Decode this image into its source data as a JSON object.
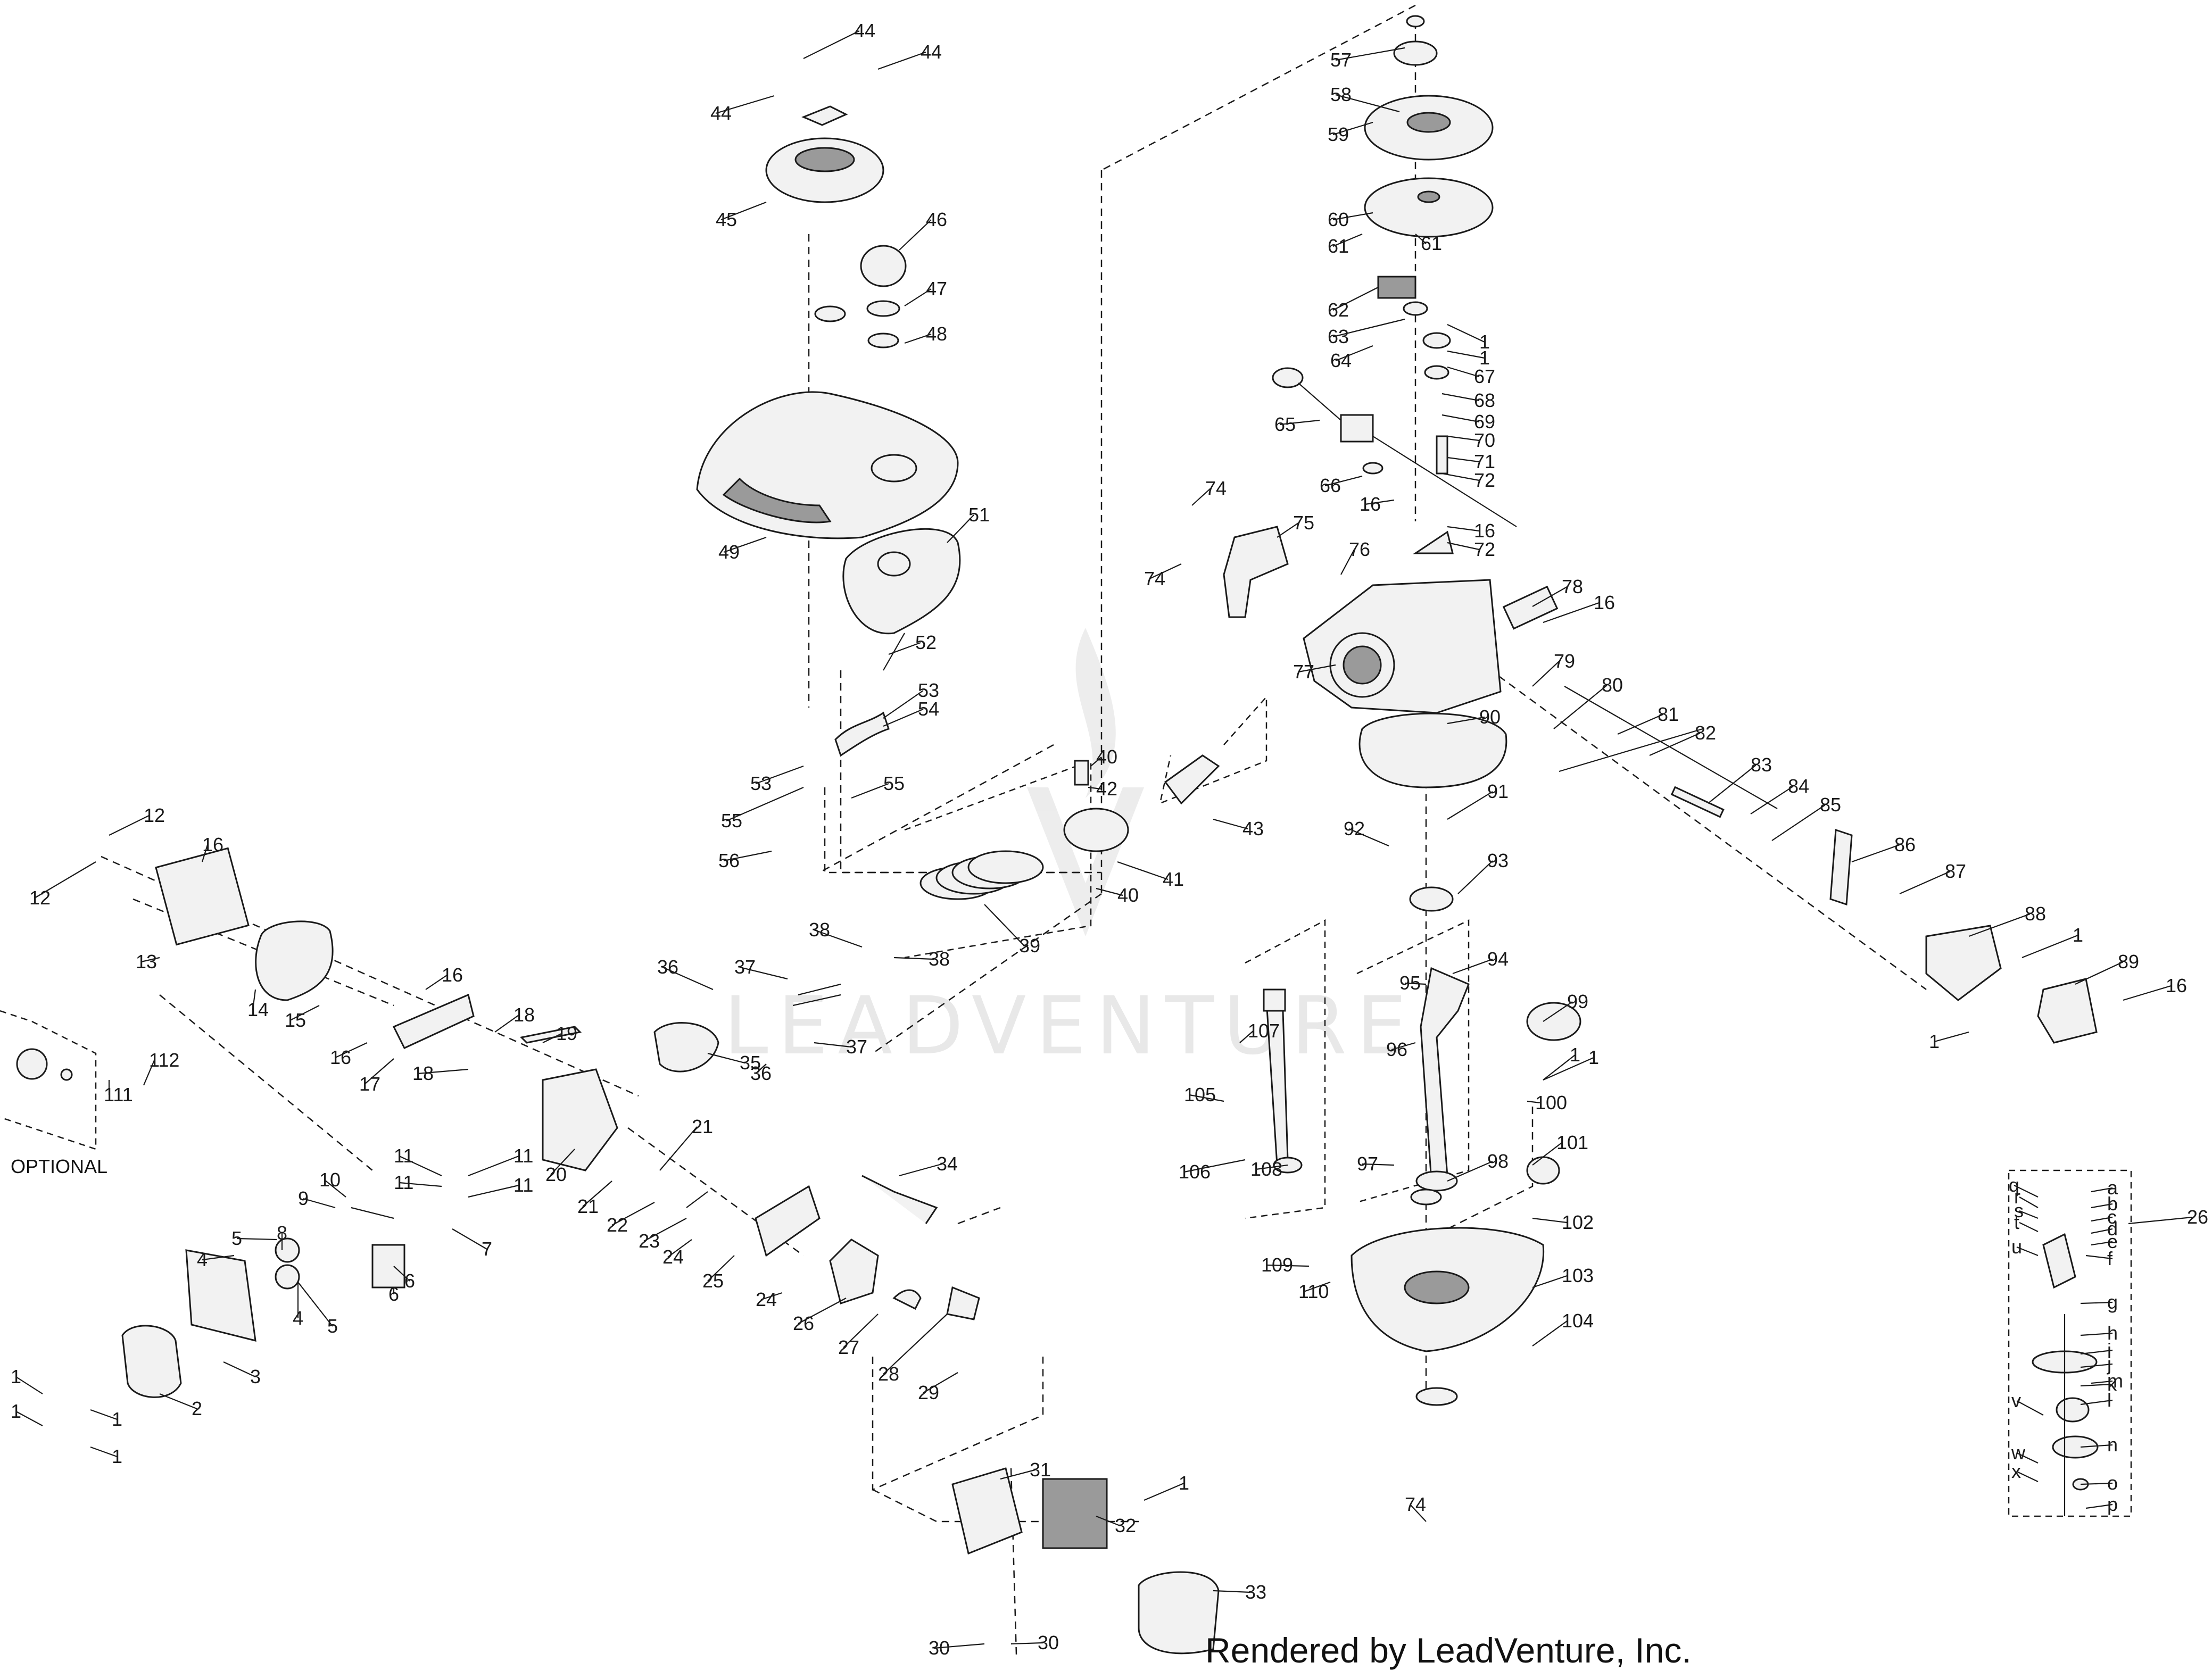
{
  "diagram": {
    "watermark_text": "LEADVENTURE",
    "credit": "Rendered by LeadVenture, Inc.",
    "optional_label": "OPTIONAL",
    "callouts": [
      {
        "text": "44"
      },
      {
        "text": "44"
      },
      {
        "text": "44"
      },
      {
        "text": "45"
      },
      {
        "text": "46"
      },
      {
        "text": "47"
      },
      {
        "text": "48"
      },
      {
        "text": "49"
      },
      {
        "text": "51"
      },
      {
        "text": "52"
      },
      {
        "text": "53"
      },
      {
        "text": "54"
      },
      {
        "text": "53"
      },
      {
        "text": "55"
      },
      {
        "text": "55"
      },
      {
        "text": "56"
      },
      {
        "text": "57"
      },
      {
        "text": "58"
      },
      {
        "text": "59"
      },
      {
        "text": "60"
      },
      {
        "text": "61"
      },
      {
        "text": "61"
      },
      {
        "text": "62"
      },
      {
        "text": "63"
      },
      {
        "text": "1"
      },
      {
        "text": "1"
      },
      {
        "text": "64"
      },
      {
        "text": "67"
      },
      {
        "text": "68"
      },
      {
        "text": "69"
      },
      {
        "text": "65"
      },
      {
        "text": "70"
      },
      {
        "text": "71"
      },
      {
        "text": "72"
      },
      {
        "text": "66"
      },
      {
        "text": "16"
      },
      {
        "text": "16"
      },
      {
        "text": "72"
      },
      {
        "text": "74"
      },
      {
        "text": "75"
      },
      {
        "text": "76"
      },
      {
        "text": "74"
      },
      {
        "text": "78"
      },
      {
        "text": "16"
      },
      {
        "text": "77"
      },
      {
        "text": "79"
      },
      {
        "text": "80"
      },
      {
        "text": "90"
      },
      {
        "text": "81"
      },
      {
        "text": "82"
      },
      {
        "text": "83"
      },
      {
        "text": "84"
      },
      {
        "text": "85"
      },
      {
        "text": "86"
      },
      {
        "text": "87"
      },
      {
        "text": "88"
      },
      {
        "text": "1"
      },
      {
        "text": "89"
      },
      {
        "text": "16"
      },
      {
        "text": "1"
      },
      {
        "text": "40"
      },
      {
        "text": "42"
      },
      {
        "text": "43"
      },
      {
        "text": "41"
      },
      {
        "text": "40"
      },
      {
        "text": "39"
      },
      {
        "text": "38"
      },
      {
        "text": "38"
      },
      {
        "text": "37"
      },
      {
        "text": "37"
      },
      {
        "text": "36"
      },
      {
        "text": "36"
      },
      {
        "text": "35"
      },
      {
        "text": "91"
      },
      {
        "text": "92"
      },
      {
        "text": "93"
      },
      {
        "text": "94"
      },
      {
        "text": "95"
      },
      {
        "text": "99"
      },
      {
        "text": "96"
      },
      {
        "text": "1"
      },
      {
        "text": "1"
      },
      {
        "text": "100"
      },
      {
        "text": "97"
      },
      {
        "text": "101"
      },
      {
        "text": "98"
      },
      {
        "text": "107"
      },
      {
        "text": "105"
      },
      {
        "text": "106"
      },
      {
        "text": "108"
      },
      {
        "text": "102"
      },
      {
        "text": "103"
      },
      {
        "text": "104"
      },
      {
        "text": "109"
      },
      {
        "text": "110"
      },
      {
        "text": "74"
      },
      {
        "text": "12"
      },
      {
        "text": "16"
      },
      {
        "text": "12"
      },
      {
        "text": "13"
      },
      {
        "text": "14"
      },
      {
        "text": "16"
      },
      {
        "text": "15"
      },
      {
        "text": "16"
      },
      {
        "text": "17"
      },
      {
        "text": "18"
      },
      {
        "text": "19"
      },
      {
        "text": "18"
      },
      {
        "text": "111"
      },
      {
        "text": "112"
      },
      {
        "text": "11"
      },
      {
        "text": "11"
      },
      {
        "text": "11"
      },
      {
        "text": "11"
      },
      {
        "text": "20"
      },
      {
        "text": "21"
      },
      {
        "text": "21"
      },
      {
        "text": "22"
      },
      {
        "text": "23"
      },
      {
        "text": "24"
      },
      {
        "text": "25"
      },
      {
        "text": "24"
      },
      {
        "text": "34"
      },
      {
        "text": "10"
      },
      {
        "text": "9"
      },
      {
        "text": "8"
      },
      {
        "text": "7"
      },
      {
        "text": "5"
      },
      {
        "text": "5"
      },
      {
        "text": "4"
      },
      {
        "text": "4"
      },
      {
        "text": "6"
      },
      {
        "text": "6"
      },
      {
        "text": "3"
      },
      {
        "text": "2"
      },
      {
        "text": "1"
      },
      {
        "text": "1"
      },
      {
        "text": "1"
      },
      {
        "text": "1"
      },
      {
        "text": "26"
      },
      {
        "text": "27"
      },
      {
        "text": "28"
      },
      {
        "text": "29"
      },
      {
        "text": "31"
      },
      {
        "text": "1"
      },
      {
        "text": "32"
      },
      {
        "text": "33"
      },
      {
        "text": "30"
      },
      {
        "text": "30"
      },
      {
        "text": "26"
      },
      {
        "text": "a"
      },
      {
        "text": "b"
      },
      {
        "text": "c"
      },
      {
        "text": "d"
      },
      {
        "text": "e"
      },
      {
        "text": "f"
      },
      {
        "text": "g"
      },
      {
        "text": "h"
      },
      {
        "text": "i"
      },
      {
        "text": "j"
      },
      {
        "text": "k"
      },
      {
        "text": "l"
      },
      {
        "text": "m"
      },
      {
        "text": "n"
      },
      {
        "text": "o"
      },
      {
        "text": "p"
      },
      {
        "text": "q"
      },
      {
        "text": "r"
      },
      {
        "text": "s"
      },
      {
        "text": "t"
      },
      {
        "text": "u"
      },
      {
        "text": "v"
      },
      {
        "text": "w"
      },
      {
        "text": "x"
      }
    ]
  }
}
